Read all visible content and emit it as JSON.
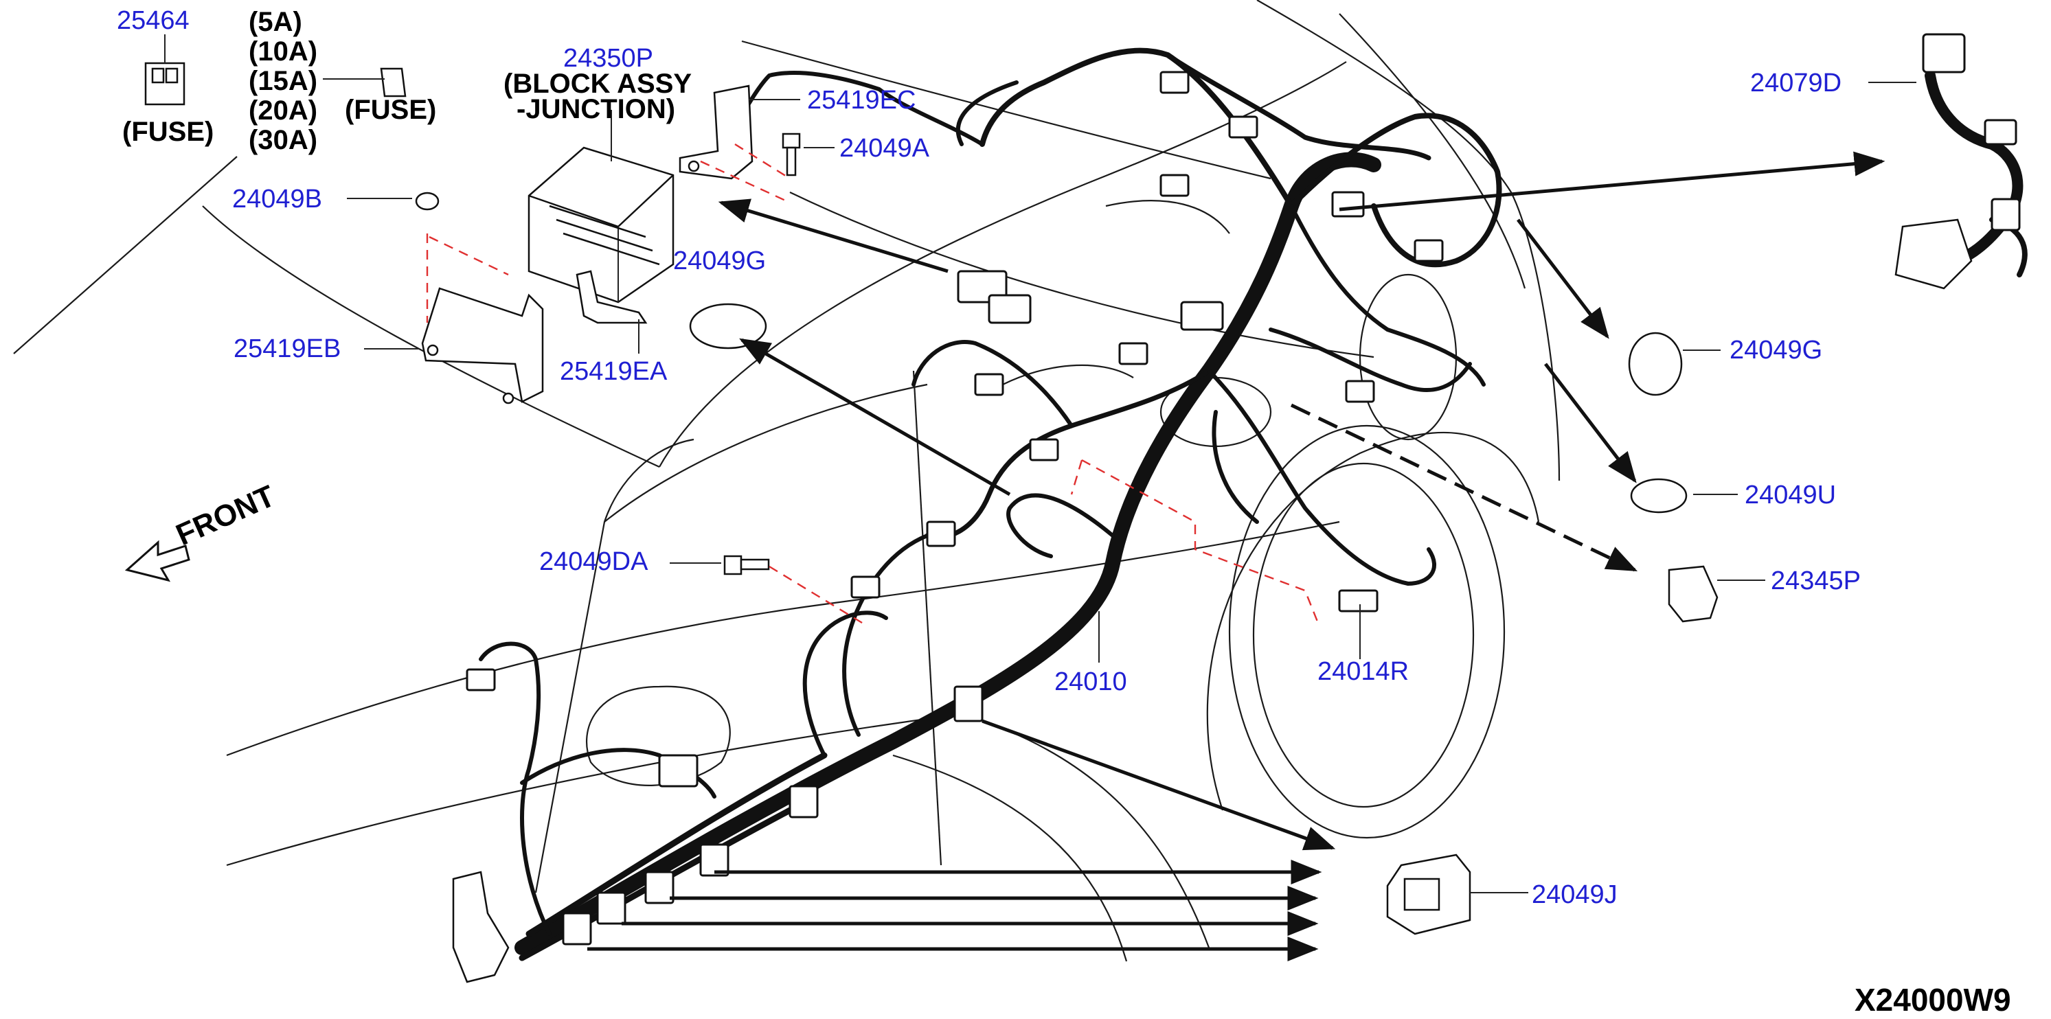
{
  "diagram_code": "X24000W9",
  "front_label": "FRONT",
  "fuse_ratings": [
    "(5A)",
    "(10A)",
    "(15A)",
    "(20A)",
    "(30A)"
  ],
  "fuse_label_left": "(FUSE)",
  "fuse_label_right": "(FUSE)",
  "block_label_line1": "(BLOCK ASSY",
  "block_label_line2": "-JUNCTION)",
  "part_numbers": {
    "p25464": "25464",
    "p24350P": "24350P",
    "p25419EC": "25419EC",
    "p24049A": "24049A",
    "p24049B": "24049B",
    "p24049G_mid": "24049G",
    "p25419EB": "25419EB",
    "p25419EA": "25419EA",
    "p24079D": "24079D",
    "p24049G_right": "24049G",
    "p24049U": "24049U",
    "p24345P": "24345P",
    "p24049DA": "24049DA",
    "p24010": "24010",
    "p24014R": "24014R",
    "p24049J": "24049J"
  }
}
